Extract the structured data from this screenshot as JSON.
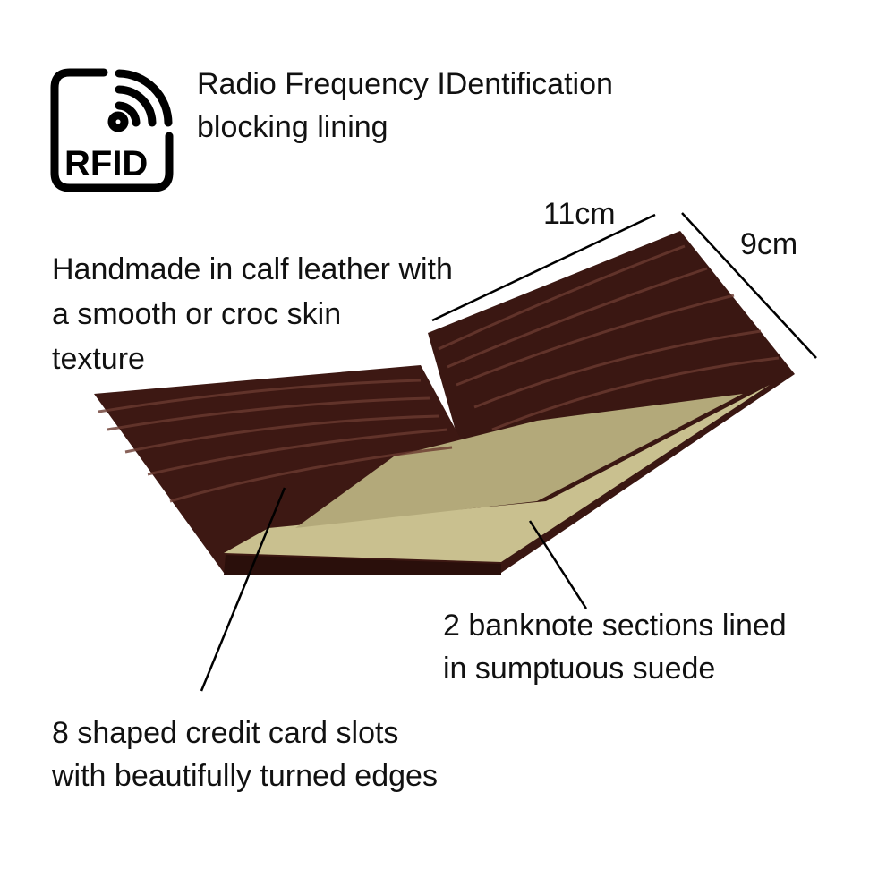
{
  "rfid_icon": {
    "label": "RFID",
    "icon": "rfid-icon"
  },
  "rfid_caption": {
    "line1": "Radio Frequency IDentification",
    "line2": "blocking lining"
  },
  "leather_caption": {
    "line1": "Handmade in calf leather with",
    "line2": "a smooth or croc skin",
    "line3": "texture"
  },
  "dimensions": {
    "width": "11cm",
    "height": "9cm"
  },
  "banknote_caption": {
    "line1": "2 banknote sections lined",
    "line2": "in sumptuous suede"
  },
  "card_caption": {
    "line1": "8 shaped credit card slots",
    "line2": "with beautifully turned edges"
  },
  "colors": {
    "leather": "#3a1712",
    "leather_highlight": "#6b3a30",
    "suede": "#c9c08f",
    "ink": "#111111"
  }
}
